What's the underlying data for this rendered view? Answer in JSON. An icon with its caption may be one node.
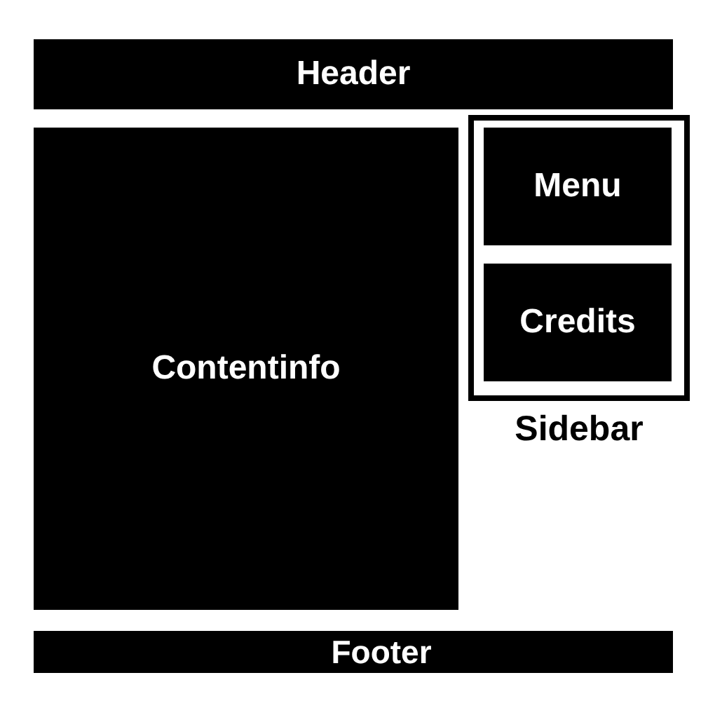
{
  "diagram": {
    "nodes": [
      {
        "text": [
          "Header"
        ]
      },
      {
        "text": [
          "Contentinfo"
        ]
      },
      {
        "text": [
          "Sidebar"
        ]
      },
      {
        "text": [
          "Menu"
        ],
        "in": 2
      },
      {
        "text": [
          "Credits"
        ],
        "in": 2
      },
      {
        "text": [
          "Footer"
        ]
      }
    ]
  }
}
